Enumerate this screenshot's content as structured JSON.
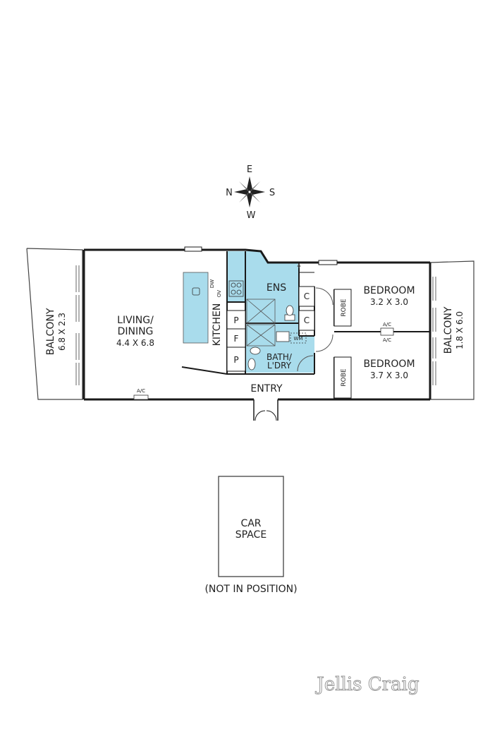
{
  "compass": {
    "east": "E",
    "north": "N",
    "south": "S",
    "west": "W"
  },
  "rooms": {
    "balcony_west": {
      "name": "BALCONY",
      "dims": "6.8 X 2.3"
    },
    "living": {
      "name_line1": "LIVING/",
      "name_line2": "DINING",
      "dims": "4.4 X 6.8"
    },
    "kitchen": {
      "name": "KITCHEN"
    },
    "ens": {
      "name": "ENS"
    },
    "bath": {
      "name_line1": "BATH/",
      "name_line2": "L'DRY"
    },
    "bedroom1": {
      "name": "BEDROOM",
      "dims": "3.2 X 3.0"
    },
    "bedroom2": {
      "name": "BEDROOM",
      "dims": "3.7 X 3.0"
    },
    "balcony_east": {
      "name": "BALCONY",
      "dims": "1.8 X 6.0"
    },
    "entry": {
      "name": "ENTRY"
    }
  },
  "fixtures": {
    "dw": "DW",
    "ov": "OV",
    "pantry": "P",
    "fridge": "F",
    "cupboard": "C",
    "robe": "ROBE",
    "wm": "WM",
    "ac": "A/C"
  },
  "car_space": {
    "line1": "CAR",
    "line2": "SPACE",
    "note": "(NOT IN POSITION)"
  },
  "branding": {
    "logo": "Jellis Craig"
  },
  "colors": {
    "wet_area": "#a9dcec",
    "wall": "#1a1a1a"
  }
}
